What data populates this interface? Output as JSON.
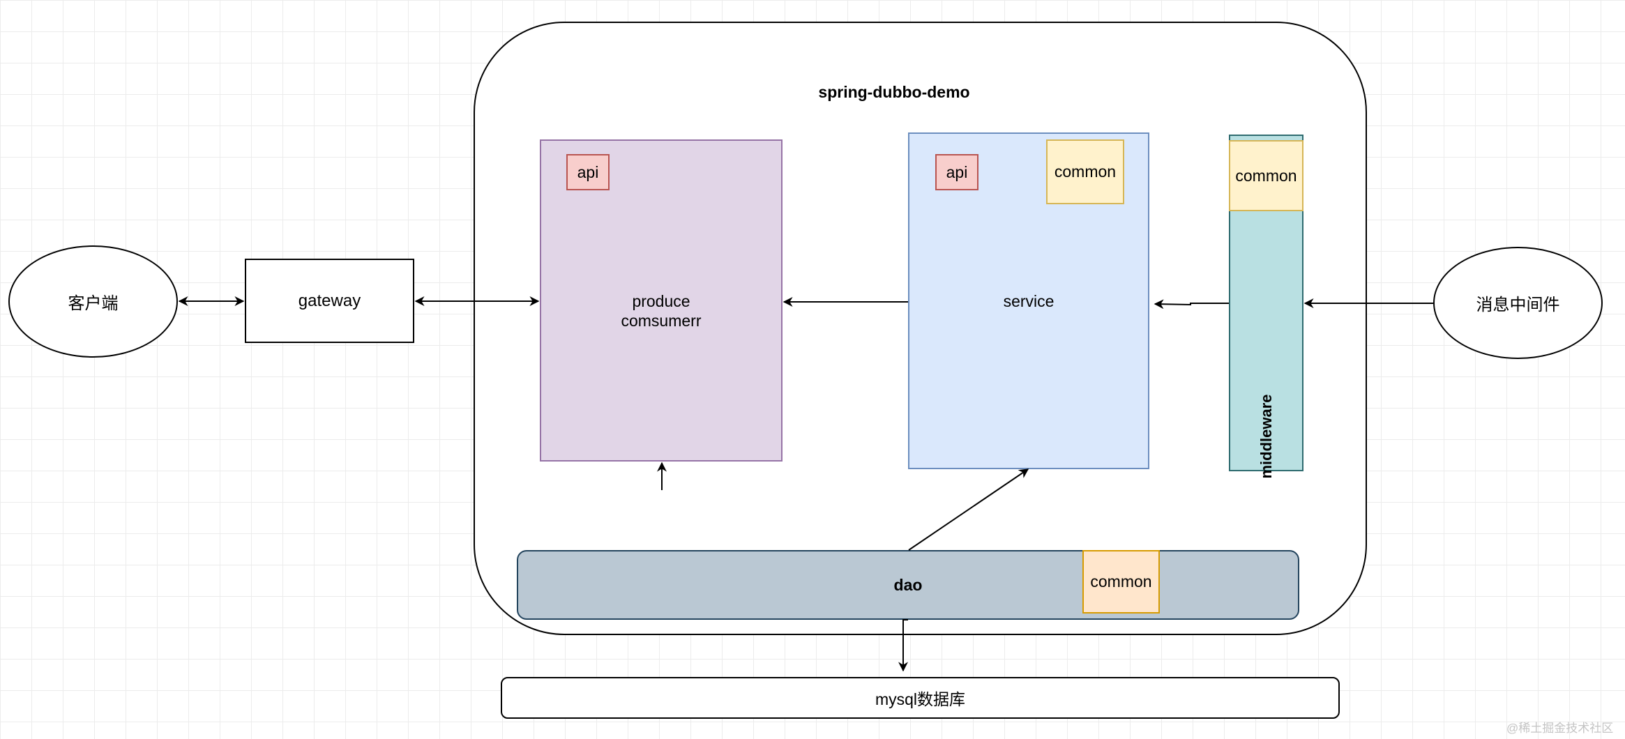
{
  "diagram": {
    "title": "spring-dubbo-demo",
    "client": "客户端",
    "gateway": "gateway",
    "producer": {
      "line1": "produce",
      "line2": "comsumerr",
      "api": "api"
    },
    "service": {
      "label": "service",
      "api": "api",
      "common": "common"
    },
    "middleware": {
      "label": "middleware",
      "common": "common"
    },
    "message_middleware": "消息中间件",
    "dao": {
      "label": "dao",
      "common": "common"
    },
    "mysql": "mysql数据库"
  },
  "watermark": "@稀土掘金技术社区",
  "colors": {
    "producer_fill": "#e1d5e7",
    "service_fill": "#dae8fc",
    "api_fill": "#f8cecc",
    "common_fill": "#fff2cc",
    "middleware_fill": "#b9e0e2",
    "dao_fill": "#bac8d3"
  }
}
